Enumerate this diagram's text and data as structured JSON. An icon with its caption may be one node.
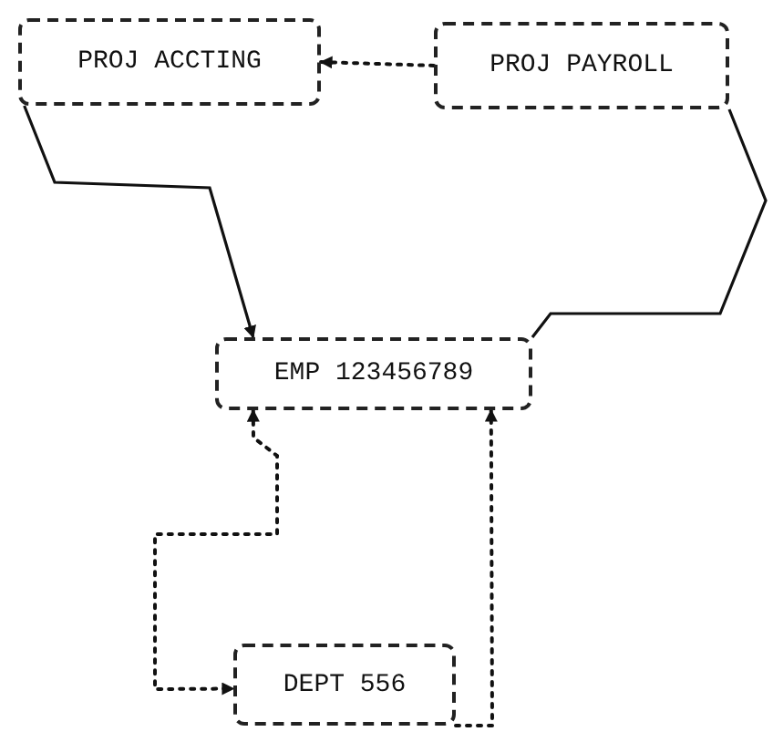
{
  "diagram": {
    "nodes": [
      {
        "text": [
          "PROJ ACCTING"
        ]
      },
      {
        "text": [
          "PROJ PAYROLL"
        ]
      },
      {
        "text": [
          "EMP 123456789"
        ]
      },
      {
        "text": [
          "DEPT 556"
        ]
      }
    ],
    "edges": [
      {
        "from": 1,
        "to": 0,
        "arrow": "to",
        "style": "dashed"
      },
      {
        "from": 0,
        "to": 2,
        "arrow": "to"
      },
      {
        "from": 1,
        "to": 2,
        "arrow": "none"
      },
      {
        "from": 2,
        "to": 3,
        "arrow": "both",
        "style": "dashed"
      },
      {
        "from": 3,
        "to": 2,
        "arrow": "to",
        "style": "dashed"
      }
    ]
  }
}
